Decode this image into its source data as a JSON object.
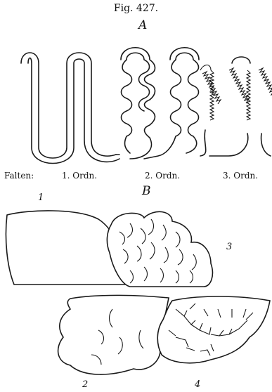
{
  "figure": {
    "title": "Fig. 427.",
    "label_a": "A",
    "label_b": "B"
  },
  "caption": {
    "prefix": "Falten:",
    "order1": "1. Ordn.",
    "order2": "2. Ordn.",
    "order3": "3. Ordn."
  },
  "numbers": {
    "n1": "1",
    "n2": "2",
    "n3": "3",
    "n4": "4"
  }
}
